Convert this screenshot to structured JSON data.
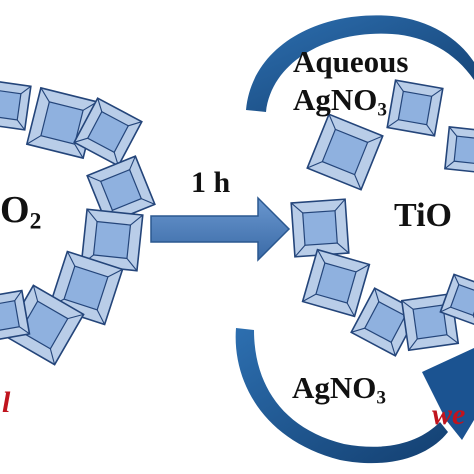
{
  "left_label": {
    "main": "O",
    "sub": "2"
  },
  "arrow_label": "1 h",
  "right_label": "TiO",
  "aqueous_label": {
    "line1": "Aqueous",
    "line2_main": "AgNO",
    "line2_sub": "3"
  },
  "bottom_label": {
    "main": "AgNO",
    "sub": "3"
  },
  "left_red_text": "l",
  "right_red_text": "we",
  "colors": {
    "crystal_outer": "#b9cde8",
    "crystal_inner": "#8fb1df",
    "crystal_edge": "#24457a",
    "process_arrow": "#4a7cb8",
    "cycle_arrow": "#1f5c9a",
    "red_text": "#c0141e"
  }
}
